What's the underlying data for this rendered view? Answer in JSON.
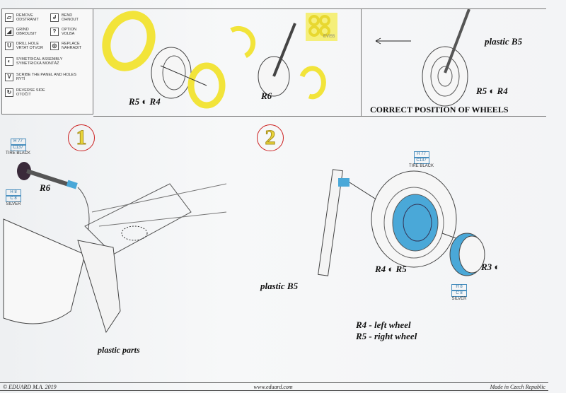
{
  "legend": [
    {
      "icon": "remove-icon",
      "text": "REMOVE\nODSTRANIT",
      "g": "▱"
    },
    {
      "icon": "bend-icon",
      "text": "BEND\nOHNOUT",
      "g": "↲"
    },
    {
      "icon": "grind-icon",
      "text": "GRIND\nOBROUSIT",
      "g": "◢"
    },
    {
      "icon": "option-icon",
      "text": "OPTION\nVOLBA",
      "g": "?"
    },
    {
      "icon": "drill-icon",
      "text": "DRILL HOLE\nVRTAT OTVOR",
      "g": "U"
    },
    {
      "icon": "replace-icon",
      "text": "REPLACE\nNAHRADIT",
      "g": "◎"
    },
    {
      "icon": "symmetric-icon",
      "text": "SYMETRICAL ASSEMBLY\nSYMETRICKÁ MONTÁŽ",
      "g": "◐"
    },
    {
      "icon": "scribe-icon",
      "text": "SCRIBE THE PANEL AND HOLES\nRYTÍ",
      "g": "V"
    },
    {
      "icon": "reverse-icon",
      "text": "REVERSE SIDE\nOTOČIT",
      "g": "↻"
    }
  ],
  "top": {
    "label_r5r4": "R5 ◐ R4",
    "label_r6": "R6",
    "fret_code": "EVI55"
  },
  "correct": {
    "plastic": "plastic B5",
    "label": "R5 ◐ R4",
    "caption": "CORRECT POSITION OF WHEELS"
  },
  "step1": {
    "number": "1",
    "tire": {
      "h": "H 77",
      "c": "C137",
      "name": "TIRE BLACK"
    },
    "hub": {
      "h": "H 8",
      "c": "C 8",
      "name": "SILVER"
    },
    "part": "R6",
    "caption": "plastic parts"
  },
  "step2": {
    "number": "2",
    "tire": {
      "h": "H 77",
      "c": "C137",
      "name": "TIRE BLACK"
    },
    "hub": {
      "h": "H 8",
      "c": "C 8",
      "name": "SILVER"
    },
    "plastic": "plastic B5",
    "label_r4r5": "R4 ◐ R5",
    "label_r3": "R3 ◐",
    "note1": "R4 - left wheel",
    "note2": "R5 - right wheel"
  },
  "footer": {
    "left": "© EDUARD  M.A. 2019",
    "center": "www.eduard.com",
    "right": "Made in Czech Republic"
  },
  "colors": {
    "yellow": "#f2e43a",
    "blue": "#4aa8d8",
    "red": "#c22222"
  }
}
